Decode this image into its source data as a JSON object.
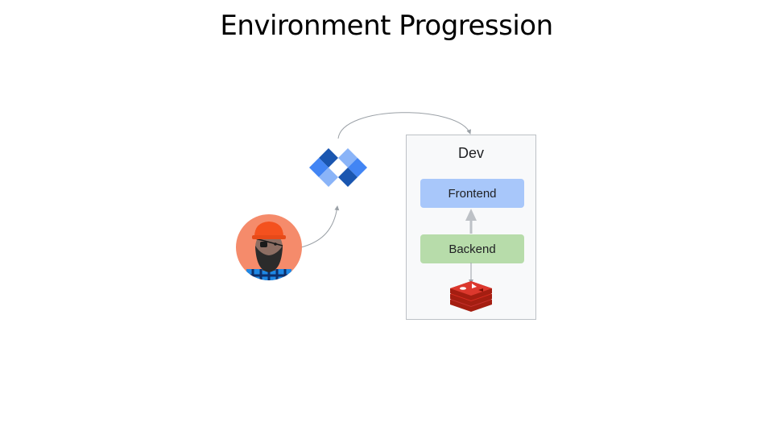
{
  "title": "Environment Progression",
  "environment": {
    "name": "Dev",
    "services": [
      {
        "label": "Frontend",
        "color": "#a8c7fa"
      },
      {
        "label": "Backend",
        "color": "#b7dcaa"
      }
    ],
    "datastore_icon": "redis-icon"
  },
  "pipeline_icon": "cloud-deploy-icon",
  "developer_icon": "developer-avatar-icon",
  "colors": {
    "avatar_bg": "#f58b6b",
    "hat": "#f4511e",
    "logo_dark": "#1a56b0",
    "logo_mid": "#4285f4",
    "logo_light": "#8ab4f8",
    "redis": "#c7322f",
    "arrow": "#9aa0a6"
  }
}
